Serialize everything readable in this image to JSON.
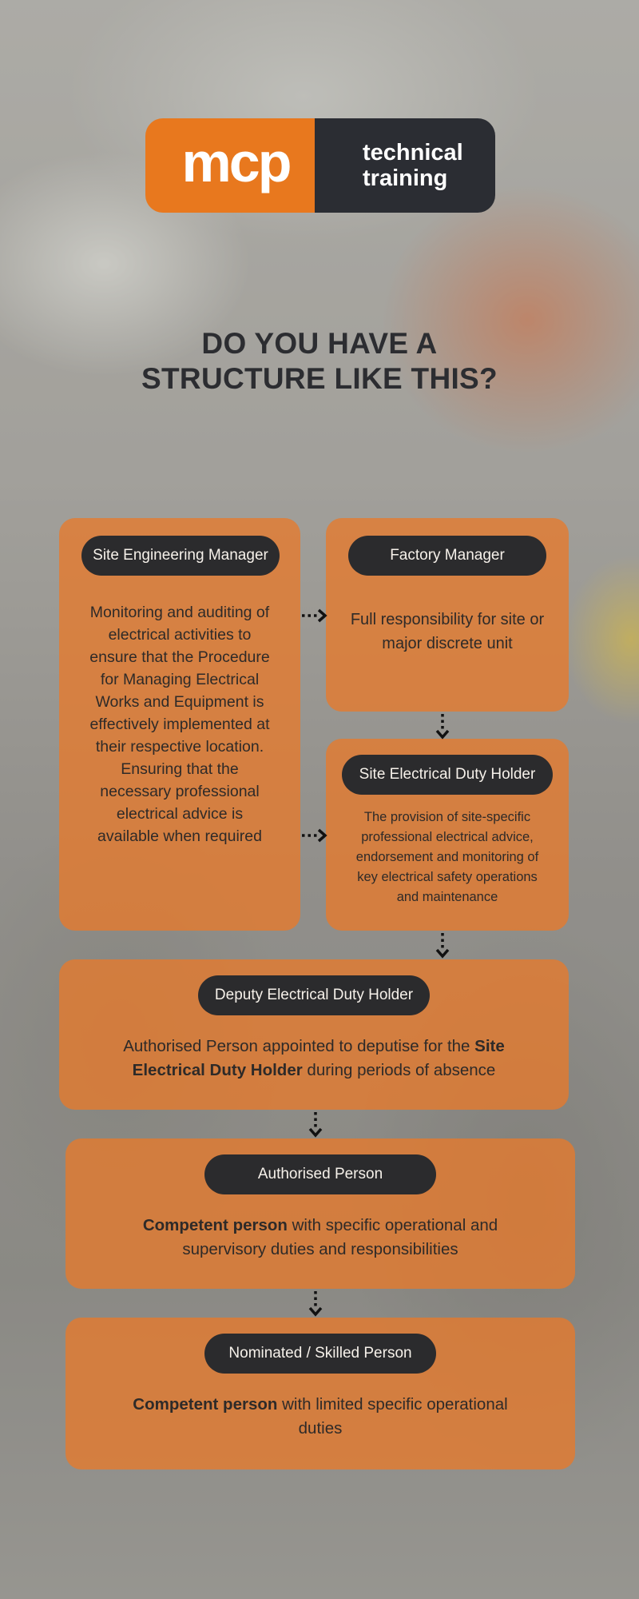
{
  "logo": {
    "brand": "mcp",
    "tagline_line1": "technical",
    "tagline_line2": "training",
    "colors": {
      "orange": "#e8781e",
      "dark": "#2b2d33"
    }
  },
  "heading": {
    "line1": "DO YOU HAVE A",
    "line2": "STRUCTURE LIKE THIS?"
  },
  "roles": {
    "site_engineering_manager": {
      "title": "Site Engineering Manager",
      "description": "Monitoring and auditing of electrical activities to ensure that the Procedure for Managing Electrical Works and Equipment is effectively implemented at their respective location. Ensuring that the necessary professional electrical advice is available when required"
    },
    "factory_manager": {
      "title": "Factory Manager",
      "description": "Full responsibility for site or major discrete unit"
    },
    "site_electrical_duty_holder": {
      "title": "Site Electrical Duty Holder",
      "description": "The provision of site-specific professional electrical advice, endorsement and monitoring of key electrical safety operations and maintenance"
    },
    "deputy_electrical_duty_holder": {
      "title": "Deputy Electrical Duty Holder",
      "desc_part1": "Authorised Person appointed to deputise for the ",
      "desc_bold": "Site Electrical Duty Holder",
      "desc_part2": " during periods of absence"
    },
    "authorised_person": {
      "title": "Authorised Person",
      "desc_bold": "Competent person",
      "desc_rest": " with specific operational and supervisory duties and responsibilities"
    },
    "nominated_skilled_person": {
      "title": "Nominated / Skilled Person",
      "desc_bold": "Competent person",
      "desc_rest": " with limited specific operational duties"
    }
  },
  "colors": {
    "box_orange": "#e77a2c",
    "pill_dark": "#2b2b2d",
    "heading_text": "#2c2d31"
  }
}
